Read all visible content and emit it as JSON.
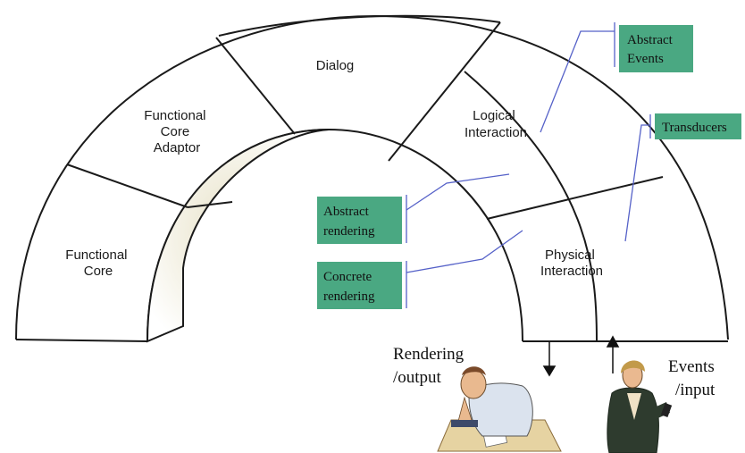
{
  "segments": {
    "dialog": [
      "Dialog"
    ],
    "functional_core_adaptor": [
      "Functional",
      "Core",
      "Adaptor"
    ],
    "functional_core": [
      "Functional",
      "Core"
    ],
    "logical_interaction": [
      "Logical",
      "Interaction"
    ],
    "physical_interaction": [
      "Physical",
      "Interaction"
    ]
  },
  "callouts": {
    "abstract_events": [
      "Abstract",
      "Events"
    ],
    "transducers": [
      "Transducers"
    ],
    "abstract_rendering": [
      "Abstract",
      "rendering"
    ],
    "concrete_rendering": [
      "Concrete",
      "rendering"
    ]
  },
  "io_labels": {
    "rendering_output": [
      "Rendering",
      "/output"
    ],
    "events_input": [
      "Events",
      "/input"
    ]
  },
  "colors": {
    "callout_fill": "#4aa882",
    "callout_line": "#5561c8",
    "arch_stroke": "#1a1a1a"
  }
}
